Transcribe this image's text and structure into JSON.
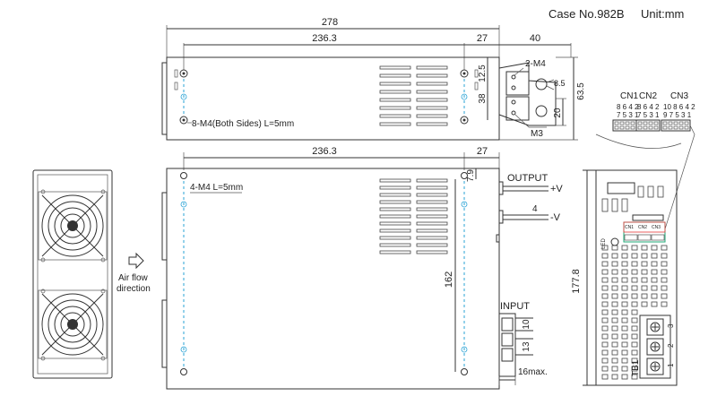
{
  "header": {
    "case_no": "Case No.982B",
    "unit": "Unit:mm"
  },
  "top_view": {
    "dim_total": "278",
    "dim_holes": "236.3",
    "dim_edge": "27",
    "dim_terminal": "40",
    "dim_12_5": "12.5",
    "dim_38": "38",
    "dim_63_5": "63.5",
    "dim_20": "20",
    "dim_8_5": "8.5",
    "label_2m4": "2-M4",
    "label_m3": "M3",
    "label_screws": "8-M4(Both Sides) L=5mm"
  },
  "connectors": {
    "labels": [
      "CN1",
      "CN2",
      "CN3"
    ],
    "cn1_top": "8 6 4 2",
    "cn1_bottom": "7 5 3 1",
    "cn2_top": "8 6 4 2",
    "cn2_bottom": "7 5 3 1",
    "cn3_top": "10 8 6 4 2",
    "cn3_bottom": "9 7 5 3 1"
  },
  "side_view": {
    "dim_holes": "236.3",
    "dim_edge": "27",
    "dim_7_9": "7.9",
    "dim_162": "162",
    "dim_4": "4",
    "dim_10": "10",
    "dim_13": "13",
    "dim_16max": "16max.",
    "label_screws": "4-M4 L=5mm",
    "output_label": "OUTPUT",
    "plus_v": "+V",
    "minus_v": "-V",
    "input_label": "INPUT"
  },
  "fan_view": {
    "airflow_line1": "Air flow",
    "airflow_line2": "direction"
  },
  "front_view": {
    "dim_177_8": "177.8",
    "led": "LED",
    "tb1": "TB1",
    "tb_pins": [
      "3",
      "2",
      "1"
    ],
    "mini_labels": [
      "CN1",
      "CN2",
      "CN3"
    ]
  },
  "colors": {
    "line": "#333333",
    "center_dash": "#2aa3d6",
    "highlight_red": "#e33a3a",
    "highlight_green": "#22aa77"
  }
}
